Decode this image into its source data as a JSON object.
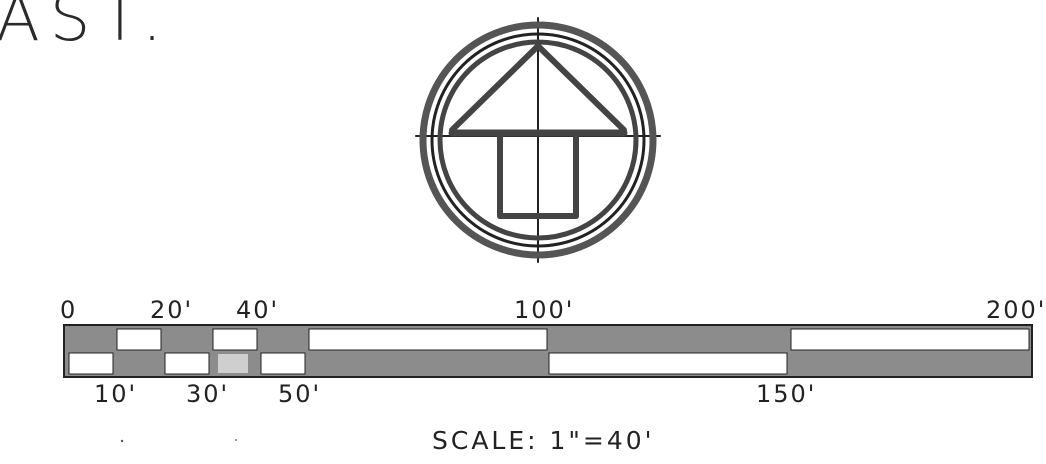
{
  "title_fragment": "AST.",
  "scale_bar": {
    "top_labels": [
      "0",
      "20'",
      "40'",
      "100'",
      "200'"
    ],
    "bottom_labels": [
      "10'",
      "30'",
      "50'",
      "150'"
    ],
    "caption": "SCALE: 1\"=40'"
  },
  "colors": {
    "ink": "#222222",
    "shade": "#8c8c8c"
  }
}
